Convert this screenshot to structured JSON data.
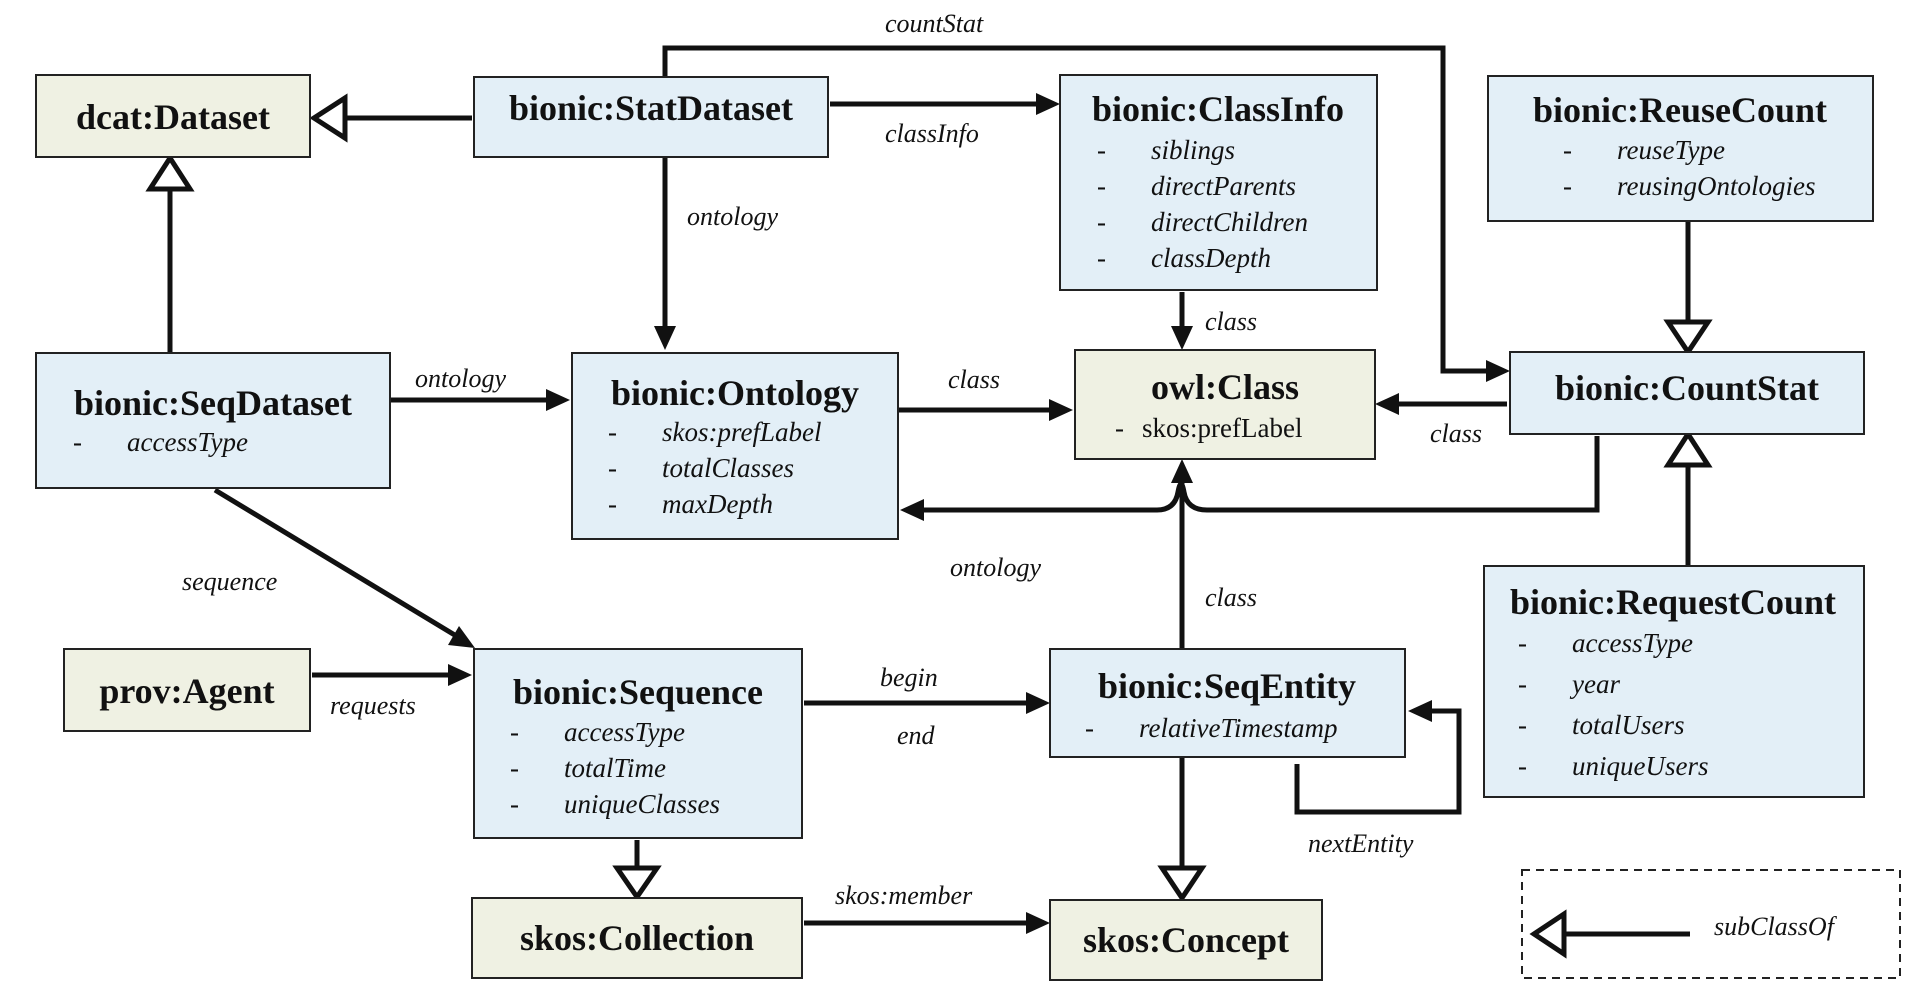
{
  "nodes": {
    "dcat_dataset": {
      "title": "dcat:Dataset",
      "attrs": [],
      "attr_style": "italic"
    },
    "stat_dataset": {
      "title": "bionic:StatDataset",
      "attrs": [],
      "attr_style": "italic"
    },
    "class_info": {
      "title": "bionic:ClassInfo",
      "attrs": [
        "siblings",
        "directParents",
        "directChildren",
        "classDepth"
      ],
      "attr_style": "italic"
    },
    "reuse_count": {
      "title": "bionic:ReuseCount",
      "attrs": [
        "reuseType",
        "reusingOntologies"
      ],
      "attr_style": "italic"
    },
    "seq_dataset": {
      "title": "bionic:SeqDataset",
      "attrs": [
        "accessType"
      ],
      "attr_style": "italic"
    },
    "ontology": {
      "title": "bionic:Ontology",
      "attrs": [
        "skos:prefLabel",
        "totalClasses",
        "maxDepth"
      ],
      "attr_style": "italic"
    },
    "owl_class": {
      "title": "owl:Class",
      "attrs": [
        "skos:prefLabel"
      ],
      "attr_style": "plain"
    },
    "count_stat": {
      "title": "bionic:CountStat",
      "attrs": [],
      "attr_style": "italic"
    },
    "request_count": {
      "title": "bionic:RequestCount",
      "attrs": [
        "accessType",
        "year",
        "totalUsers",
        "uniqueUsers"
      ],
      "attr_style": "italic"
    },
    "prov_agent": {
      "title": "prov:Agent",
      "attrs": [],
      "attr_style": "italic"
    },
    "sequence": {
      "title": "bionic:Sequence",
      "attrs": [
        "accessType",
        "totalTime",
        "uniqueClasses"
      ],
      "attr_style": "italic"
    },
    "seq_entity": {
      "title": "bionic:SeqEntity",
      "attrs": [
        "relativeTimestamp"
      ],
      "attr_style": "italic"
    },
    "skos_collection": {
      "title": "skos:Collection",
      "attrs": [],
      "attr_style": "italic"
    },
    "skos_concept": {
      "title": "skos:Concept",
      "attrs": [],
      "attr_style": "italic"
    }
  },
  "attr_bullet": "-",
  "edges": {
    "countstat": "countStat",
    "classinfo": "classInfo",
    "ontology_from_stat": "ontology",
    "ontology_from_seq": "ontology",
    "class_from_ontology": "class",
    "class_from_classinfo": "class",
    "class_from_countstat": "class",
    "ontology_from_countstat": "ontology",
    "class_from_seqentity": "class",
    "sequence": "sequence",
    "requests": "requests",
    "begin": "begin",
    "end": "end",
    "next_entity": "nextEntity",
    "skos_member": "skos:member"
  },
  "legend": {
    "label": "subClassOf"
  },
  "colors": {
    "class_box": "#e3eff7",
    "external_box": "#eff1e3",
    "line": "#111111"
  }
}
